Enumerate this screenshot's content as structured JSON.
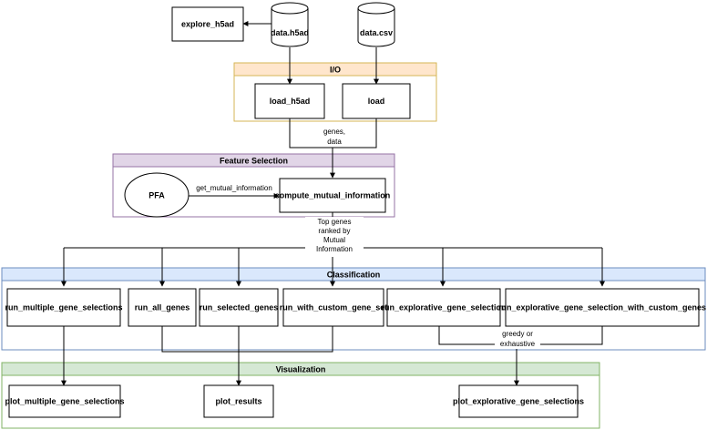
{
  "colors": {
    "io_border": "#d6b656",
    "io_header": "#ffe6cc",
    "fs_border": "#9673a6",
    "fs_header": "#e1d5e7",
    "cls_border": "#6c8ebf",
    "cls_header": "#dae8fc",
    "vis_border": "#82b366",
    "vis_header": "#d5e8d4"
  },
  "groups": {
    "io": "I/O",
    "feature_selection": "Feature Selection",
    "classification": "Classification",
    "visualization": "Visualization"
  },
  "nodes": {
    "explore_h5ad": "explore_h5ad",
    "data_h5ad": "data.h5ad",
    "data_csv": "data.csv",
    "load_h5ad": "load_h5ad",
    "load": "load",
    "pfa": "PFA",
    "compute_mi": "compute_mutual_information",
    "run_multiple": "run_multiple_gene_selections",
    "run_all": "run_all_genes",
    "run_selected": "run_selected_genes",
    "run_custom": "run_with_custom_gene_set",
    "run_explorative": "run_explorative_gene_selection",
    "run_explorative_custom": "run_explorative_gene_selection_with_custom_genes",
    "plot_multiple": "plot_multiple_gene_selections",
    "plot_results": "plot_results",
    "plot_explorative": "plot_explorative_gene_selections"
  },
  "edge_labels": {
    "genes_data": [
      "genes,",
      "data"
    ],
    "get_mi": "get_mutual_information",
    "top_genes": [
      "Top genes",
      "ranked by",
      "Mutual",
      "Information"
    ],
    "greedy": [
      "greedy or",
      "exhaustive"
    ]
  }
}
